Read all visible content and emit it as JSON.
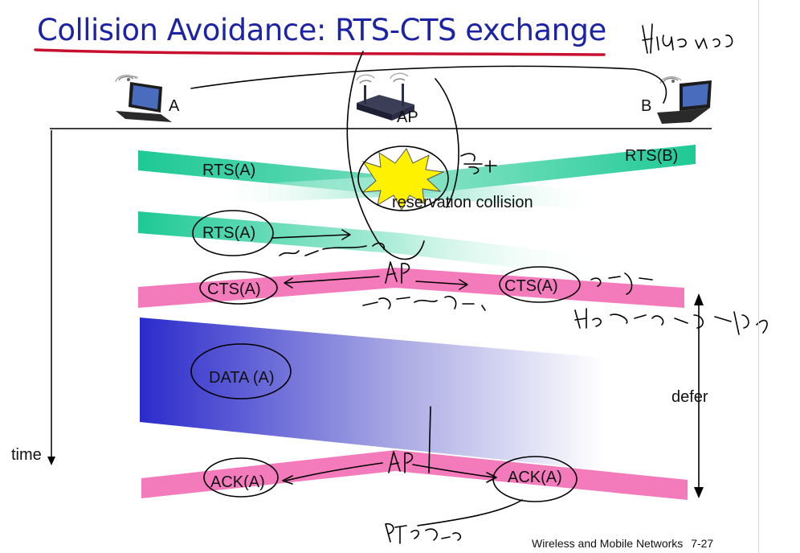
{
  "slide": {
    "title": "Collision Avoidance: RTS-CTS exchange",
    "footer_text": "Wireless and Mobile Networks",
    "page_number": "7-27"
  },
  "nodes": {
    "a_label": "A",
    "ap_label": "AP",
    "b_label": "B"
  },
  "timeline": {
    "time_label": "time",
    "defer_label": "defer"
  },
  "frames": {
    "rts_a_1": "RTS(A)",
    "rts_b": "RTS(B)",
    "collision_label": "reservation collision",
    "rts_a_2": "RTS(A)",
    "cts_a_left": "CTS(A)",
    "cts_a_right": "CTS(A)",
    "data_a": "DATA (A)",
    "ack_a_left": "ACK(A)",
    "ack_a_right": "ACK(A)"
  },
  "colors": {
    "title": "#1c24a4",
    "green": "#1ec994",
    "pink": "#f47bbb",
    "data_blue": "#2b2bcc",
    "burst": "#fff200",
    "underline_red": "#c8102e"
  }
}
